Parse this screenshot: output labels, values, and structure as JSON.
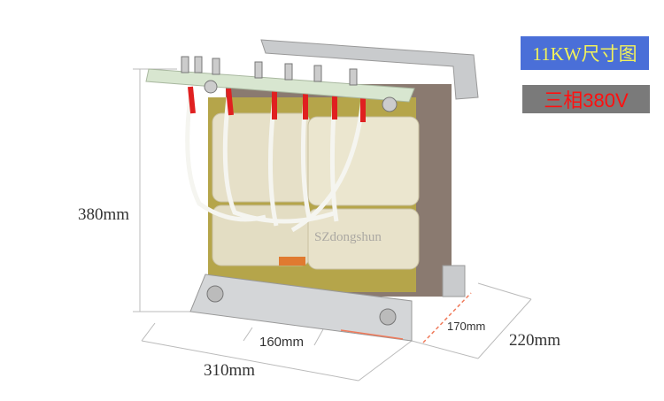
{
  "title_badge": "11KW尺寸图",
  "phase_badge": "三相380V",
  "dimensions": {
    "height": "380mm",
    "length": "310mm",
    "depth": "220mm",
    "mount_length": "160mm",
    "mount_depth": "170mm"
  },
  "watermark": "SZdongshun",
  "colors": {
    "title_bg": "#4a6fd8",
    "title_text": "#f2f25a",
    "phase_bg": "#7a7a7a",
    "phase_text": "#ff1010",
    "arrow": "#f07a5a"
  }
}
